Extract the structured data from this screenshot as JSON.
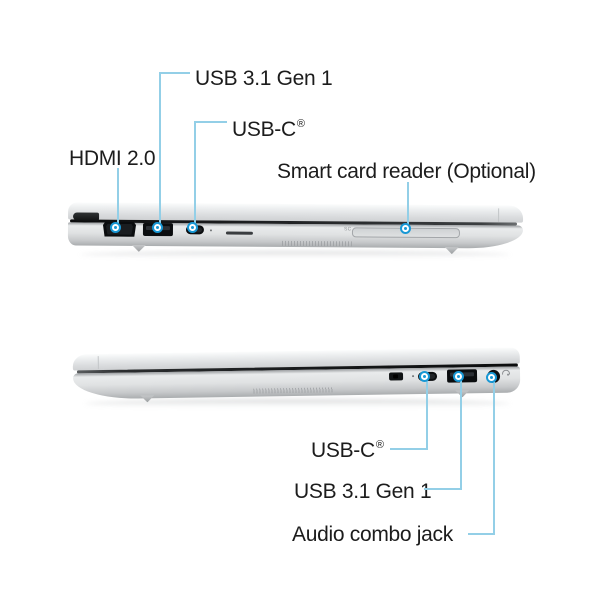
{
  "colors": {
    "callout_line": "#93cfe7",
    "marker_blue": "#1898d5",
    "label_text": "#1c1c1c",
    "body_silver": "#d8dadc",
    "seam_dark": "#1c1e20"
  },
  "top_view": {
    "side": "left-side view of laptop",
    "callouts": [
      {
        "id": "usb-a",
        "label": "USB 3.1 Gen 1",
        "sup": ""
      },
      {
        "id": "usb-c",
        "label": "USB-C",
        "sup": "®"
      },
      {
        "id": "hdmi",
        "label": "HDMI 2.0",
        "sup": ""
      },
      {
        "id": "smart-card",
        "label": "Smart card reader (Optional)",
        "sup": ""
      }
    ],
    "body_marking": "SC",
    "ports": [
      "hdmi",
      "usb-a",
      "usb-c",
      "microsd-slot",
      "smart-card-slot"
    ]
  },
  "bottom_view": {
    "side": "right-side view of laptop",
    "callouts": [
      {
        "id": "usb-c",
        "label": "USB-C",
        "sup": "®"
      },
      {
        "id": "usb-a",
        "label": "USB 3.1 Gen 1",
        "sup": ""
      },
      {
        "id": "audio",
        "label": "Audio combo jack",
        "sup": ""
      }
    ],
    "ports": [
      "security-lock-slot",
      "usb-c",
      "usb-a",
      "audio-combo-jack"
    ]
  }
}
